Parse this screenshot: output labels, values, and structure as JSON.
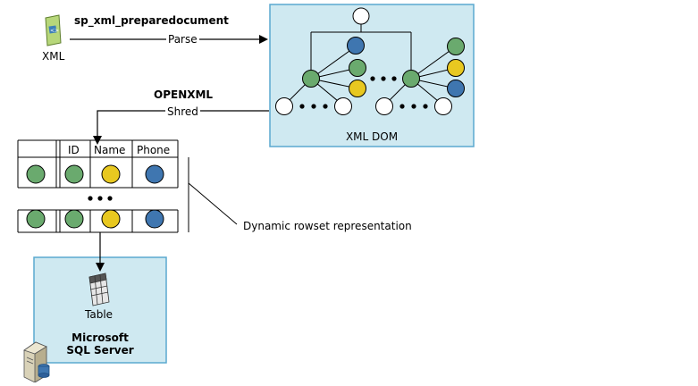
{
  "diagram": {
    "xml_label": "XML",
    "prepare_proc": "sp_xml_preparedocument",
    "parse_label": "Parse",
    "xml_dom_label": "XML DOM",
    "openxml_label": "OPENXML",
    "shred_label": "Shred",
    "rowset_headers": [
      "ID",
      "Name",
      "Phone"
    ],
    "rowset_caption": "Dynamic rowset representation",
    "table_label": "Table",
    "server_label_line1": "Microsoft",
    "server_label_line2": "SQL Server",
    "colors": {
      "box_fill": "#cfe9f1",
      "box_border": "#5aa9cf",
      "green": "#6aaa6e",
      "yellow": "#e8c820",
      "blue": "#3f76b0",
      "white": "#ffffff"
    }
  }
}
